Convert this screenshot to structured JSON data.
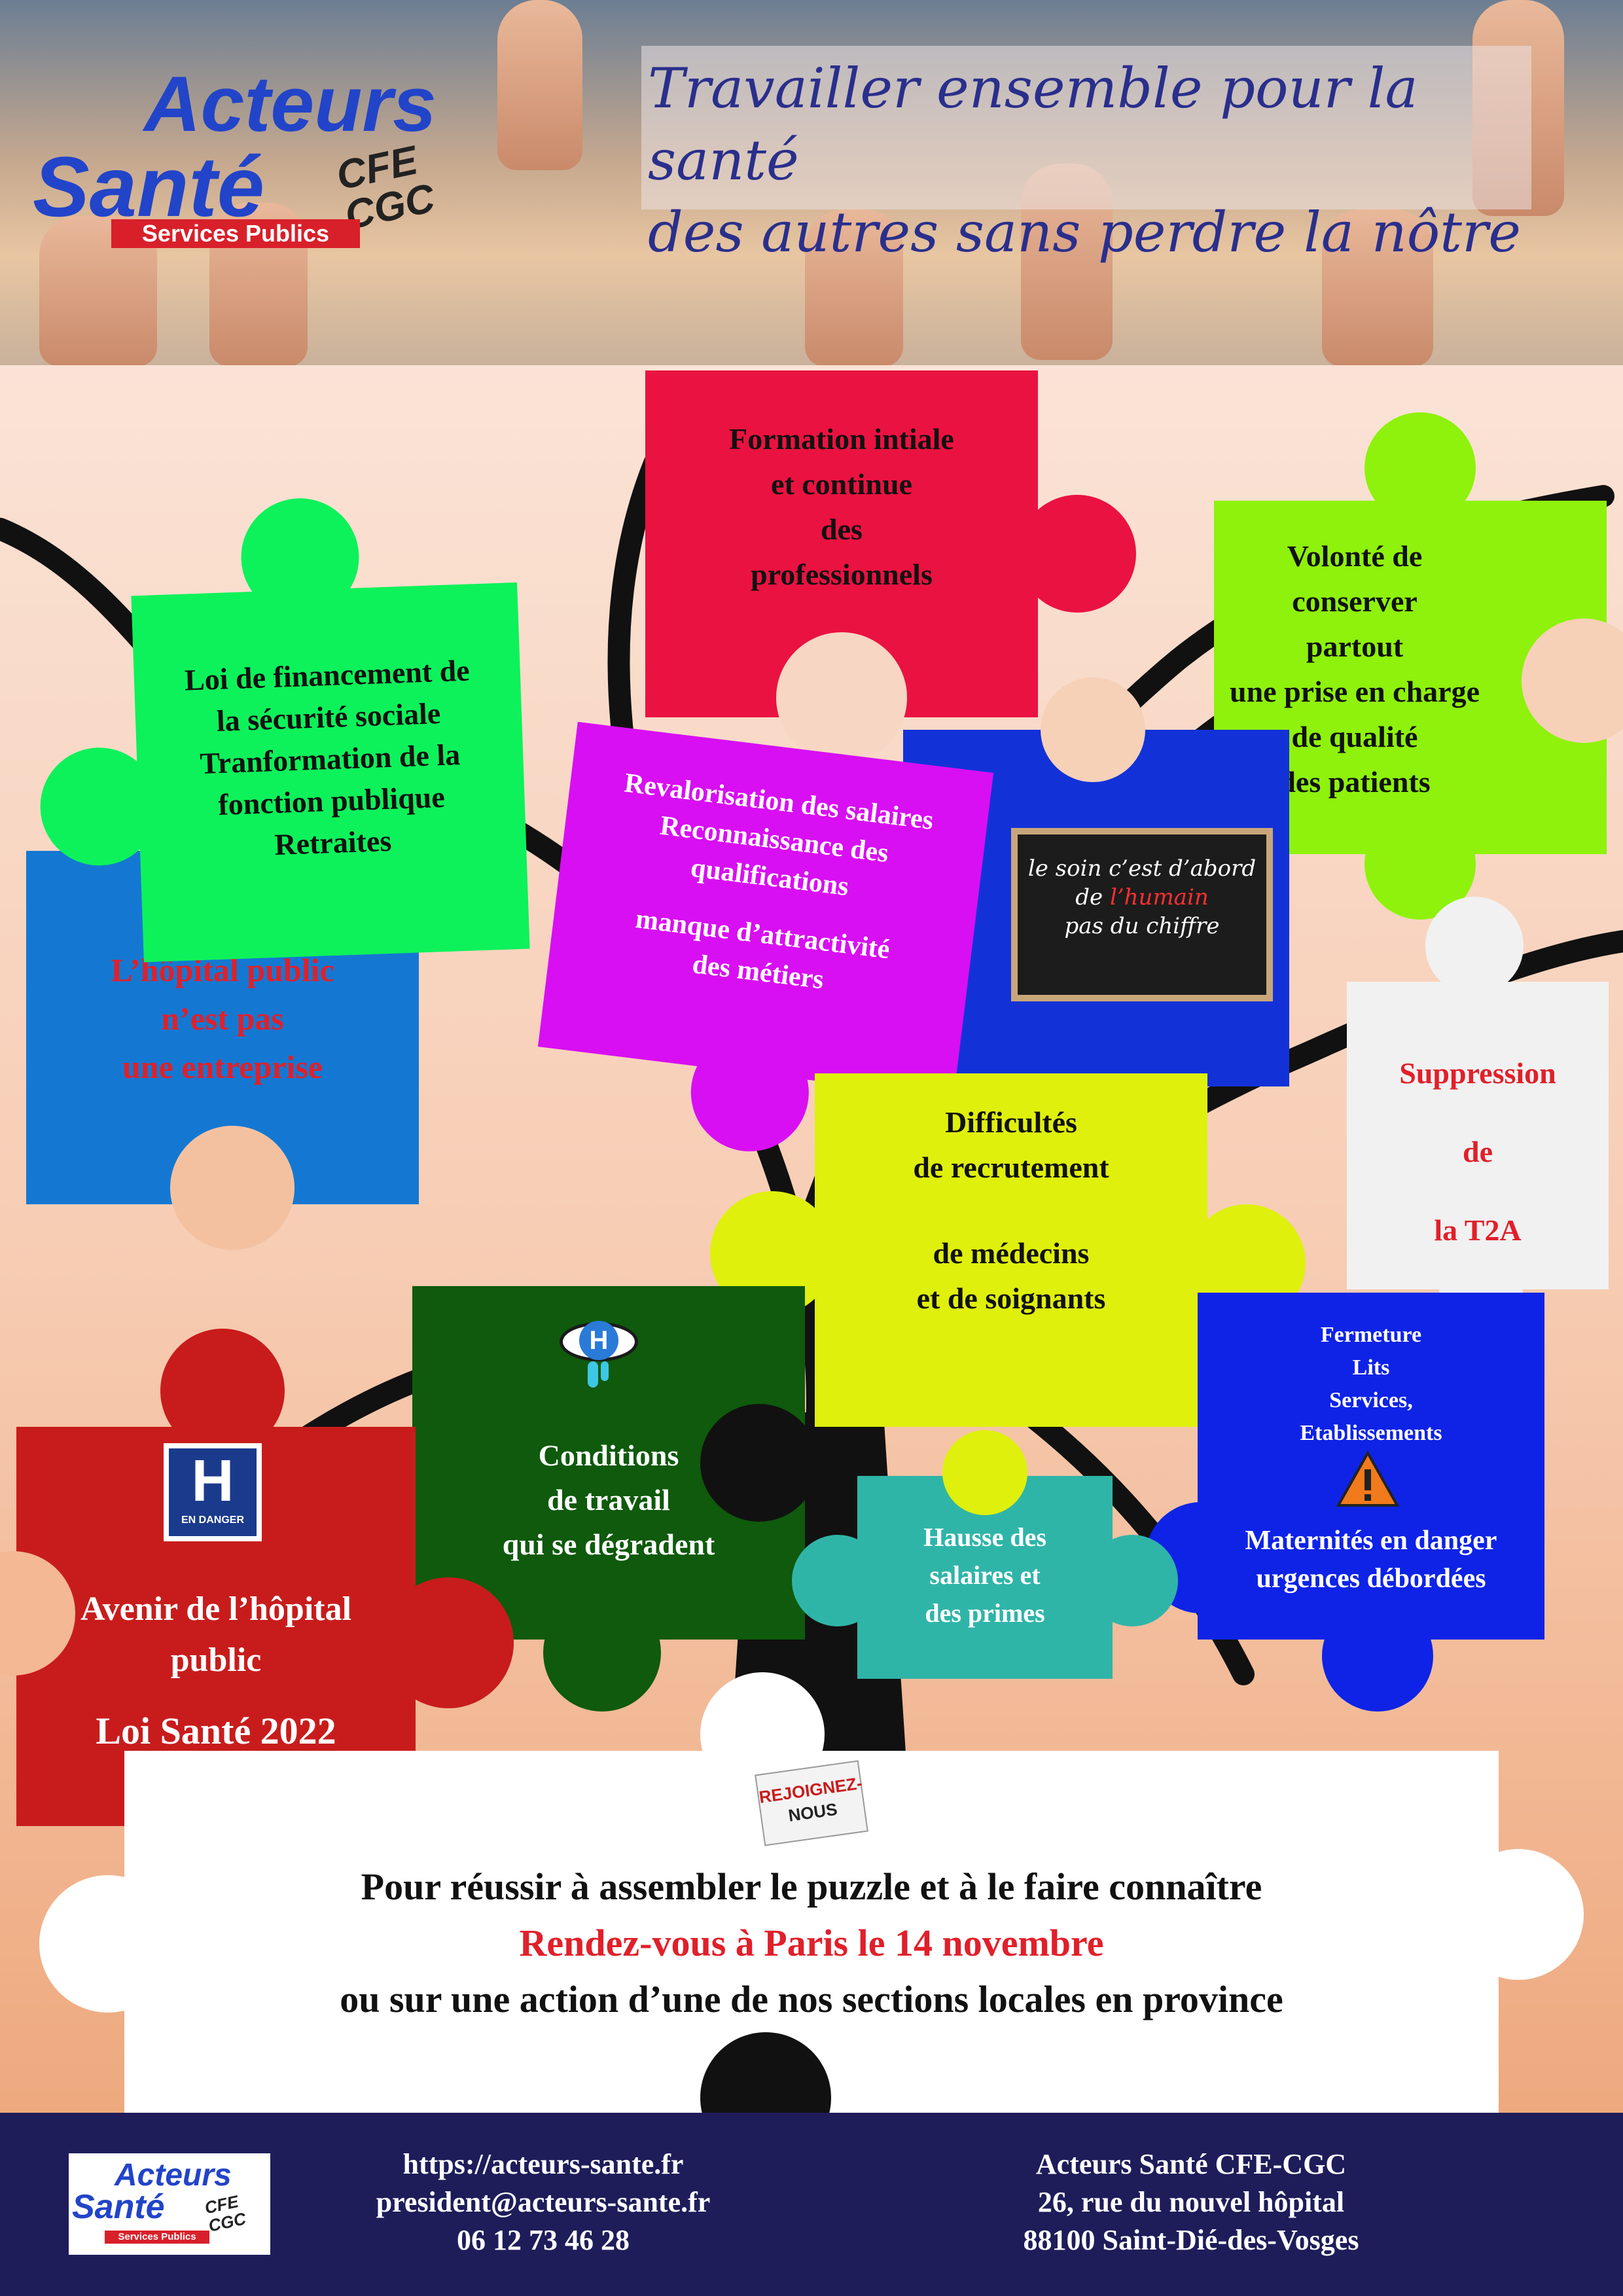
{
  "header": {
    "title_line1": "Travailler ensemble pour la santé",
    "title_line2": "des autres sans perdre la nôtre"
  },
  "logo": {
    "word1": "Acteurs",
    "word2": "Santé",
    "badge": "CFE CGC",
    "tagline": "Services Publics"
  },
  "pieces": {
    "formation": [
      "Formation intiale",
      "et continue",
      "des",
      "professionnels"
    ],
    "volonte": [
      "Volonté de",
      "conserver",
      "partout",
      "une prise en charge",
      "de qualité",
      "des patients"
    ],
    "loi_financement": [
      "Loi de financement de",
      "la sécurité sociale",
      "Tranformation de la",
      "fonction publique",
      "Retraites"
    ],
    "hopital_public": [
      "L’hôpital public",
      "n’est pas",
      "une entreprise"
    ],
    "revalorisation": [
      "Revalorisation des salaires",
      "Reconnaissance des",
      "qualifications",
      "",
      "manque d’attractivité",
      "des métiers"
    ],
    "chalkboard": [
      "le soin c’est d’abord",
      "de",
      "l’humain",
      "pas du chiffre"
    ],
    "suppression": [
      "Suppression",
      "de",
      "la T2A"
    ],
    "difficultes": [
      "Difficultés",
      "de recrutement",
      "",
      "de médecins",
      "et de soignants"
    ],
    "conditions": [
      "Conditions",
      "de travail",
      "qui se dégradent"
    ],
    "fermeture": [
      "Fermeture",
      "Lits",
      "Services,",
      "Etablissements"
    ],
    "maternites": [
      "Maternités en danger",
      "urgences débordées"
    ],
    "hausse": [
      "Hausse des",
      "salaires et",
      "des primes"
    ],
    "avenir": [
      "Avenir de l’hôpital",
      "public",
      "Loi Santé 2022"
    ],
    "h_sign_letter": "H",
    "h_sign_label": "EN DANGER",
    "eye_letter": "H"
  },
  "cta": {
    "stamp": [
      "REJOIGNEZ-",
      "NOUS"
    ],
    "line1": "Pour réussir à assembler le puzzle et à le faire connaître",
    "line2": "Rendez-vous à Paris le 14 novembre",
    "line3": "ou sur une action d’une de nos sections locales en province"
  },
  "footer": {
    "website": "https://acteurs-sante.fr",
    "email": "president@acteurs-sante.fr",
    "phone": "06 12 73 46 28",
    "org_name": "Acteurs Santé CFE-CGC",
    "address1": "26, rue du nouvel hôpital",
    "address2": "88100 Saint-Dié-des-Vosges"
  },
  "colors": {
    "title_blue": "#2a2f8c",
    "red_text": "#e0202a",
    "piece_red": "#ea1240",
    "piece_lime": "#8ef20c",
    "piece_green": "#0df25a",
    "piece_blue": "#1478d2",
    "piece_magenta": "#d80ff2",
    "piece_darkblue": "#1232d8",
    "piece_white": "#f1f1f1",
    "piece_yellow": "#dff00c",
    "piece_darkgreen": "#0f5a0c",
    "piece_royal": "#0f23e6",
    "piece_teal": "#2fb5a8",
    "piece_crimson": "#c81c1c",
    "footer_navy": "#1e1d5a"
  }
}
